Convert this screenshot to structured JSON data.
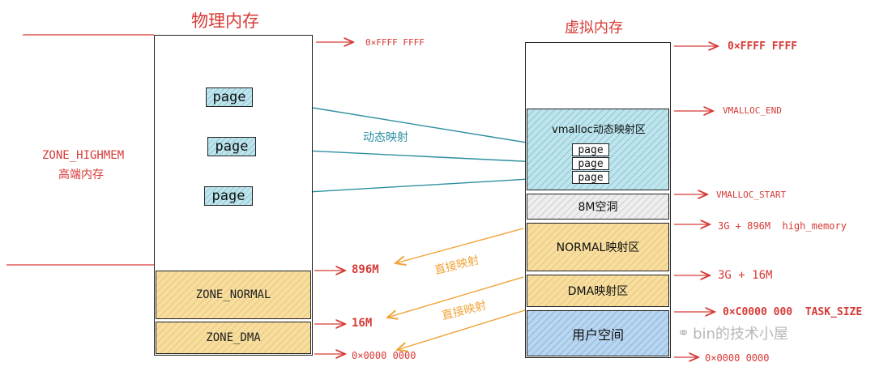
{
  "physical": {
    "title": "物理内存",
    "zone_highmem": "ZONE_HIGHMEM",
    "zone_highmem_cn": "高端内存",
    "zone_normal": "ZONE_NORMAL",
    "zone_dma": "ZONE_DMA",
    "pages": [
      "page",
      "page",
      "page"
    ],
    "addr_top": "0×FFFF FFFF",
    "addr_896": "896M",
    "addr_16": "16M",
    "addr_bottom": "0×0000 0000"
  },
  "virtual": {
    "title": "虚拟内存",
    "vmalloc_area": "vmalloc动态映射区",
    "pages": [
      "page",
      "page",
      "page"
    ],
    "gap_8m": "8M空洞",
    "normal_area": "NORMAL映射区",
    "dma_area": "DMA映射区",
    "user_space": "用户空间",
    "addr_top": "0×FFFF FFFF",
    "vmalloc_end": "VMALLOC_END",
    "vmalloc_start": "VMALLOC_START",
    "high_memory": "3G + 896M  high_memory",
    "addr_3g16": "3G + 16M",
    "task_size": "0×C0000 000  TASK_SIZE",
    "addr_bottom": "0×0000 0000"
  },
  "mapping": {
    "dynamic": "动态映射",
    "direct1": "直接映射",
    "direct2": "直接映射"
  },
  "watermark": "bin的技术小屋",
  "colors": {
    "red": "#d63a36",
    "teal": "#2c8fa0",
    "orange": "#f0a43a",
    "yellow_fill": "#f7dea0",
    "cyan_fill": "#bfe4ec",
    "blue_fill": "#b9d6ef"
  }
}
